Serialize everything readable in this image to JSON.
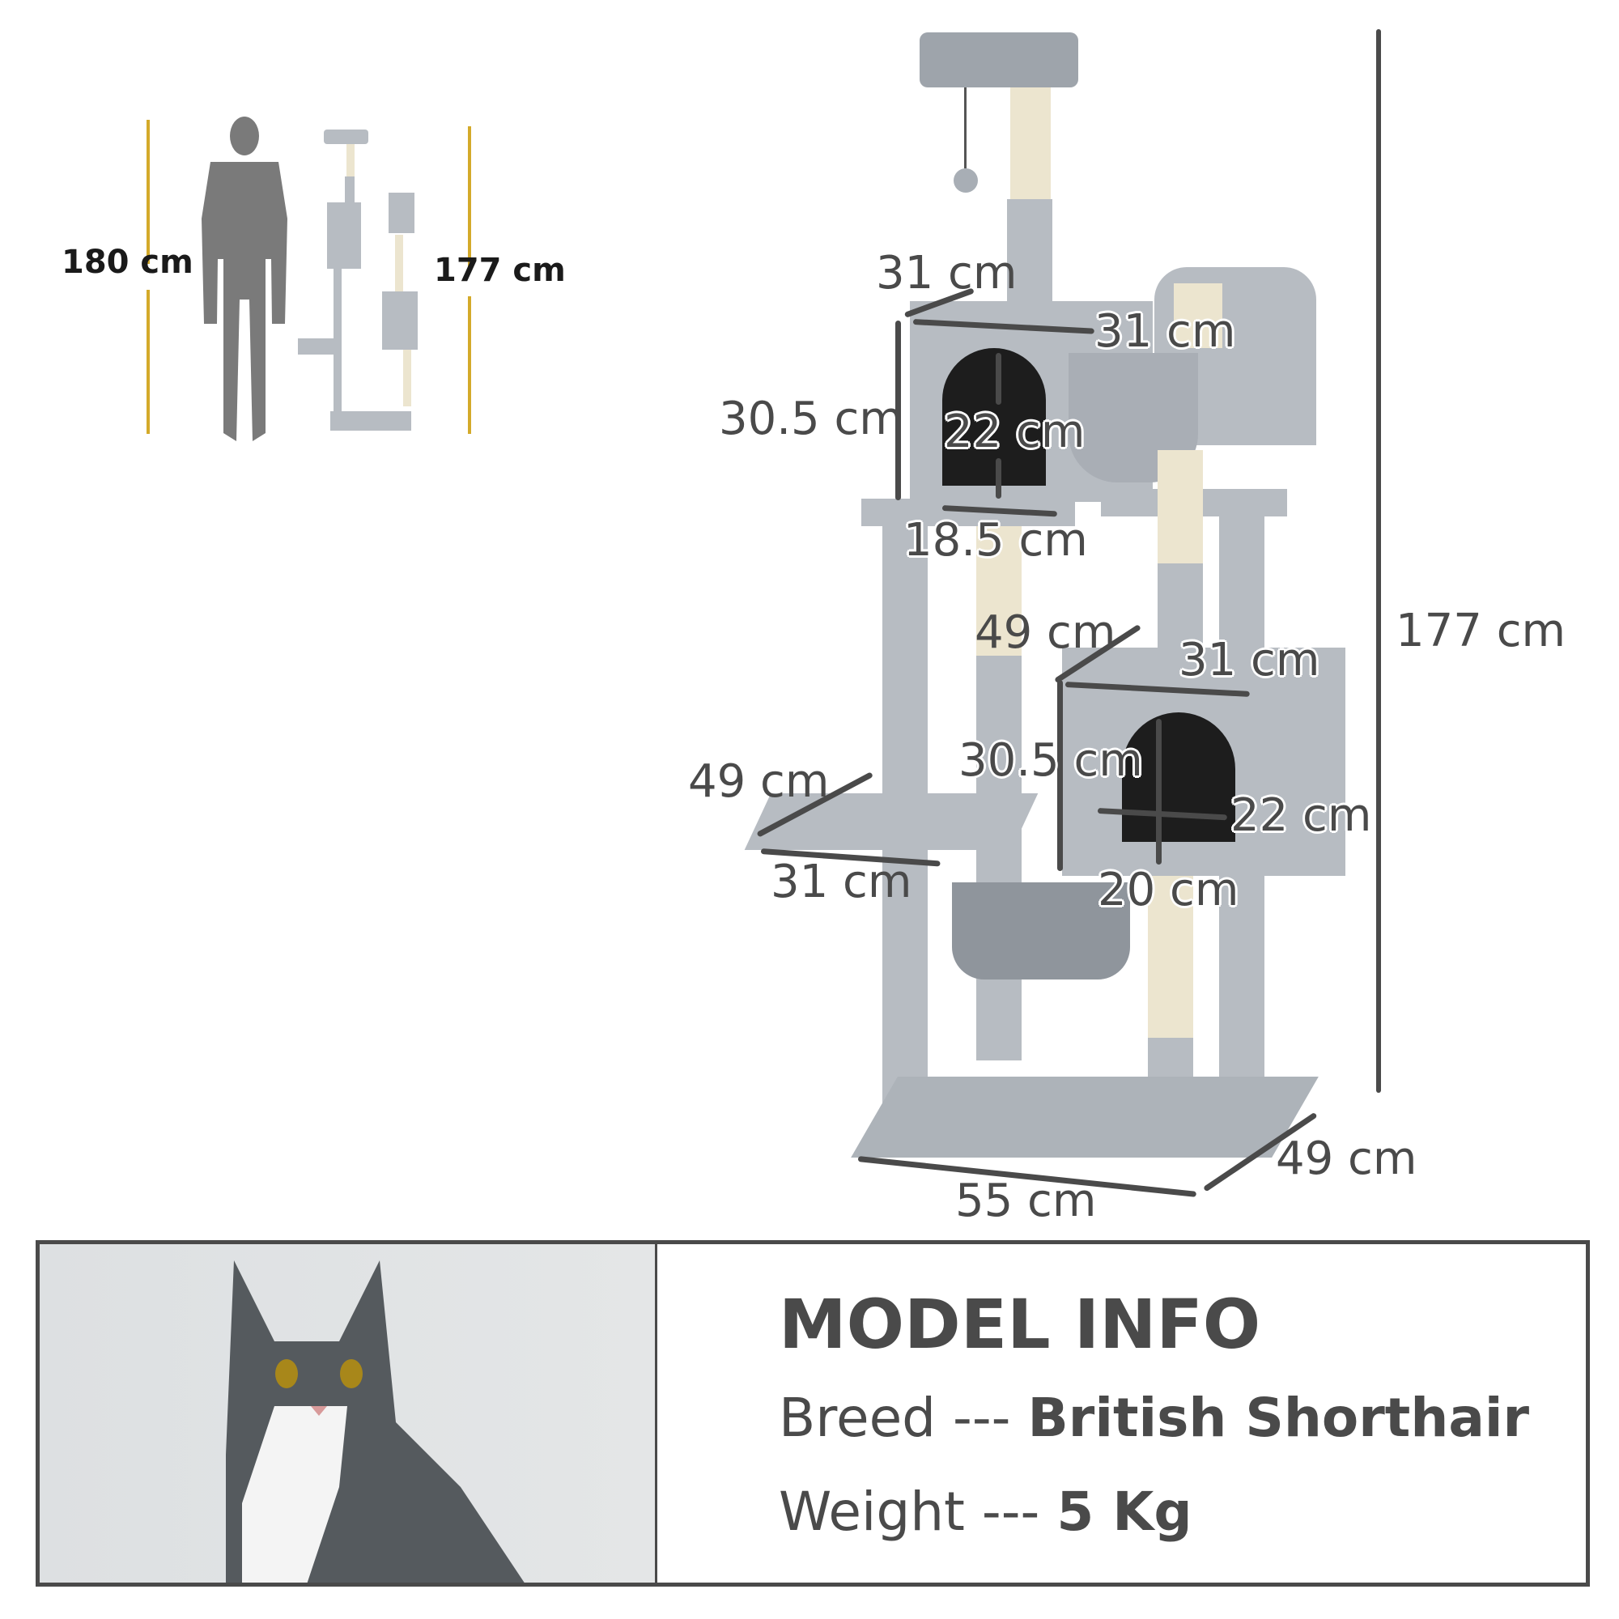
{
  "comparison": {
    "person_height": "180 cm",
    "tree_height": "177 cm",
    "guide_color": "#d4aa2a",
    "silhouette_icon": "person-silhouette-icon"
  },
  "dimensions": {
    "top_house_depth": "31 cm",
    "top_house_width": "31 cm",
    "top_house_height": "30.5 cm",
    "top_door_height": "22 cm",
    "top_door_width": "18.5 cm",
    "platform_left_depth_upper": "49 cm",
    "lower_house_width": "31 cm",
    "lower_house_height": "30.5 cm",
    "lower_door_height": "22 cm",
    "lower_door_width": "20 cm",
    "side_platform_depth": "49 cm",
    "side_platform_width": "31 cm",
    "total_height": "177 cm",
    "base_width": "55 cm",
    "base_depth": "49 cm",
    "line_color": "#4a4a4a",
    "plush_color": "#b7bcc2",
    "sisal_color": "#ece5cf"
  },
  "model_info": {
    "title": "MODEL INFO",
    "breed_label": "Breed --- ",
    "breed_value": "British Shorthair",
    "weight_label": "Weight --- ",
    "weight_value": "5 Kg",
    "photo": "grey-white-cat-photo"
  }
}
